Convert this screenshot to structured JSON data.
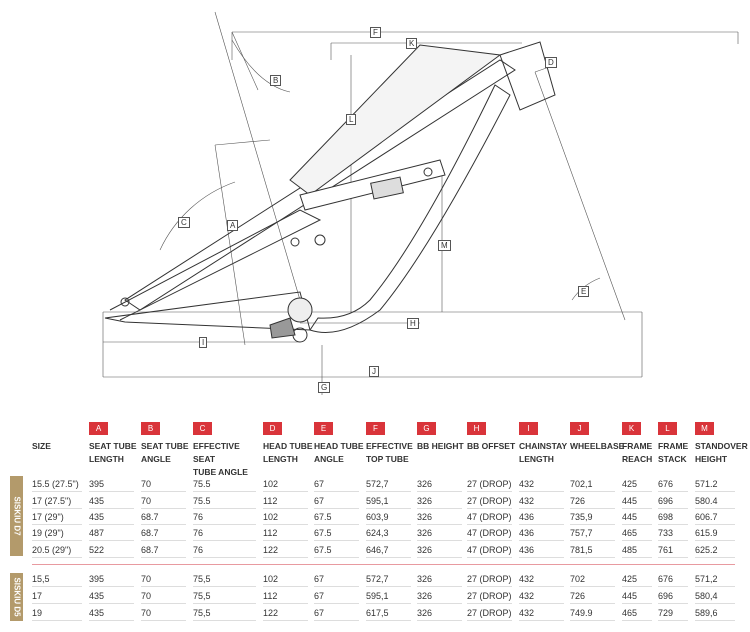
{
  "dimension_labels": [
    "A",
    "B",
    "C",
    "D",
    "E",
    "F",
    "G",
    "H",
    "I",
    "J",
    "K",
    "L",
    "M"
  ],
  "table": {
    "size_header": "SIZE",
    "columns": [
      {
        "letter": "A",
        "label": "SEAT TUBE\nLENGTH"
      },
      {
        "letter": "B",
        "label": "SEAT TUBE\nANGLE"
      },
      {
        "letter": "C",
        "label": "EFFECTIVE SEAT\nTUBE ANGLE"
      },
      {
        "letter": "D",
        "label": "HEAD TUBE\nLENGTH"
      },
      {
        "letter": "E",
        "label": "HEAD TUBE\nANGLE"
      },
      {
        "letter": "F",
        "label": "EFFECTIVE\nTOP TUBE"
      },
      {
        "letter": "G",
        "label": "BB HEIGHT"
      },
      {
        "letter": "H",
        "label": "BB OFFSET"
      },
      {
        "letter": "I",
        "label": "CHAINSTAY\nLENGTH"
      },
      {
        "letter": "J",
        "label": "WHEELBASE"
      },
      {
        "letter": "K",
        "label": "FRAME\nREACH"
      },
      {
        "letter": "L",
        "label": "FRAME\nSTACK"
      },
      {
        "letter": "M",
        "label": "STANDOVER\nHEIGHT"
      }
    ],
    "groups": [
      {
        "name": "SISKIU D7",
        "rows": [
          [
            "15.5 (27.5\")",
            "395",
            "70",
            "75.5",
            "102",
            "67",
            "572,7",
            "326",
            "27 (DROP)",
            "432",
            "702,1",
            "425",
            "676",
            "571.2"
          ],
          [
            "17 (27.5\")",
            "435",
            "70",
            "75.5",
            "112",
            "67",
            "595,1",
            "326",
            "27 (DROP)",
            "432",
            "726",
            "445",
            "696",
            "580.4"
          ],
          [
            "17 (29\")",
            "435",
            "68.7",
            "76",
            "102",
            "67.5",
            "603,9",
            "326",
            "47 (DROP)",
            "436",
            "735,9",
            "445",
            "698",
            "606.7"
          ],
          [
            "19 (29\")",
            "487",
            "68.7",
            "76",
            "112",
            "67.5",
            "624,3",
            "326",
            "47 (DROP)",
            "436",
            "757,7",
            "465",
            "733",
            "615.9"
          ],
          [
            "20.5 (29\")",
            "522",
            "68.7",
            "76",
            "122",
            "67.5",
            "646,7",
            "326",
            "47 (DROP)",
            "436",
            "781,5",
            "485",
            "761",
            "625.2"
          ]
        ]
      },
      {
        "name": "SISKIU D5",
        "rows": [
          [
            "15,5",
            "395",
            "70",
            "75,5",
            "102",
            "67",
            "572,7",
            "326",
            "27 (DROP)",
            "432",
            "702",
            "425",
            "676",
            "571,2"
          ],
          [
            "17",
            "435",
            "70",
            "75,5",
            "112",
            "67",
            "595,1",
            "326",
            "27 (DROP)",
            "432",
            "726",
            "445",
            "696",
            "580,4"
          ],
          [
            "19",
            "435",
            "70",
            "75,5",
            "122",
            "67",
            "617,5",
            "326",
            "27 (DROP)",
            "432",
            "749.9",
            "465",
            "729",
            "589,6"
          ]
        ]
      }
    ]
  },
  "colors": {
    "badge": "#d9343a",
    "group_tab": "#b39a6b",
    "separator": "#e89aa0"
  }
}
